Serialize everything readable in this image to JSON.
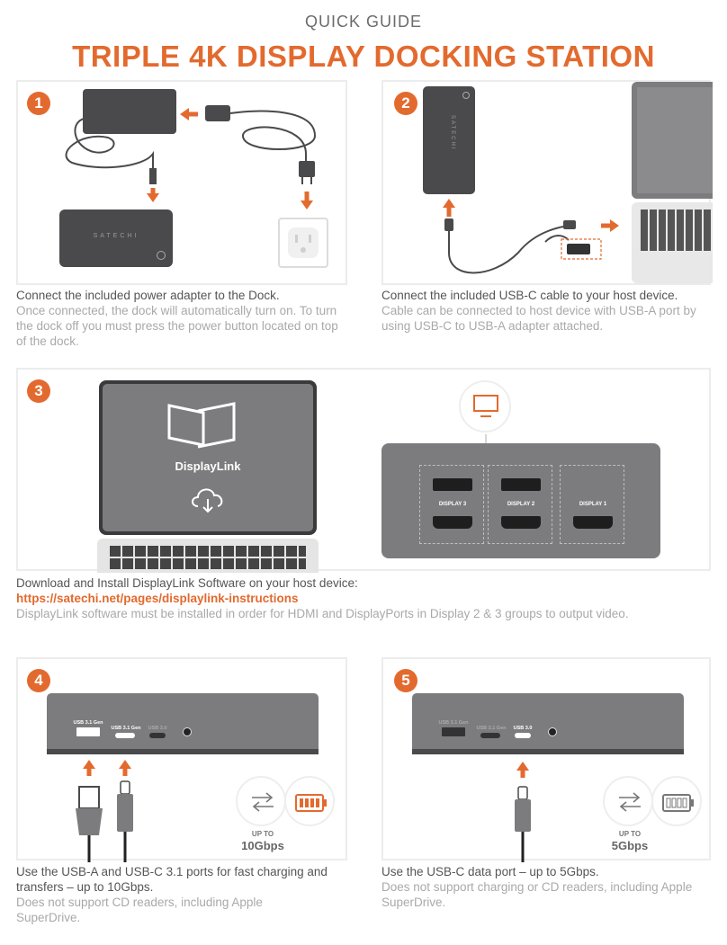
{
  "header": {
    "kicker": "QUICK GUIDE",
    "title": "TRIPLE 4K DISPLAY DOCKING STATION"
  },
  "steps": [
    {
      "number": "1",
      "device_brand": "SATECHI",
      "caption_main": "Connect the included power adapter to the Dock.",
      "caption_sub": "Once connected, the dock will automatically turn on. To turn the dock off you must press the power button located on top of the dock."
    },
    {
      "number": "2",
      "device_brand": "SATECHI",
      "caption_main": "Connect the included USB-C cable to your host device.",
      "caption_sub": "Cable can be connected to host device with USB-A port by using USB-C to USB-A adapter attached."
    },
    {
      "number": "3",
      "software_name": "DisplayLink",
      "displays": [
        "DISPLAY 3",
        "DISPLAY 2",
        "DISPLAY 1"
      ],
      "caption_main": "Download and Install DisplayLink Software on your host device:",
      "link": "https://satechi.net/pages/displaylink-instructions",
      "caption_sub": "DisplayLink software must be installed in order for HDMI and DisplayPorts in Display 2 & 3 groups to output video."
    },
    {
      "number": "4",
      "port_labels": [
        "USB 3.1 Gen",
        "USB 3.1 Gen",
        "USB 3.0"
      ],
      "speed_prefix": "UP TO",
      "speed_value": "10Gbps",
      "caption_main": "Use the USB-A and USB-C 3.1 ports for fast charging and transfers – up to 10Gbps.",
      "caption_sub": "Does not support CD readers, including Apple SuperDrive."
    },
    {
      "number": "5",
      "port_labels": [
        "USB 3.1 Gen",
        "USB 3.1 Gen",
        "USB 3.0"
      ],
      "speed_prefix": "UP TO",
      "speed_value": "5Gbps",
      "caption_main": "Use the USB-C data port – up to 5Gbps.",
      "caption_sub": "Does not support charging or CD readers, including Apple SuperDrive."
    }
  ],
  "colors": {
    "accent": "#e36a2e",
    "device": "#4a4a4c",
    "device_light": "#7c7c7e"
  }
}
